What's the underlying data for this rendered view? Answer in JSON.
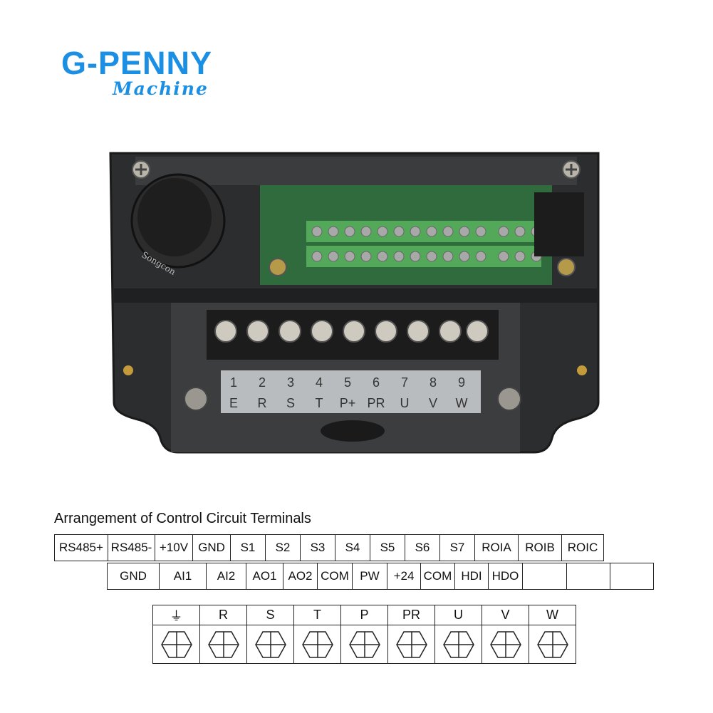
{
  "logo": {
    "brand": "G-PENNY",
    "subtitle": "Machine",
    "color": "#1a8fe3"
  },
  "photo": {
    "board_terminal_numbers": [
      "1",
      "2",
      "3",
      "4",
      "5",
      "6",
      "7",
      "8",
      "9"
    ],
    "board_terminal_letters": [
      "E",
      "R",
      "S",
      "T",
      "P+",
      "PR",
      "U",
      "V",
      "W"
    ],
    "capacitor_label": "Songcon"
  },
  "caption": "Arrangement of Control Circuit Terminals",
  "control_row1": [
    "RS485+",
    "RS485-",
    "+10V",
    "GND",
    "S1",
    "S2",
    "S3",
    "S4",
    "S5",
    "S6",
    "S7",
    "ROIA",
    "ROIB",
    "ROIC"
  ],
  "control_row2": [
    "GND",
    "AI1",
    "AI2",
    "AO1",
    "AO2",
    "COM",
    "PW",
    "+24",
    "COM",
    "HDI",
    "HDO",
    "",
    "",
    ""
  ],
  "power_terminals": [
    {
      "label": "⏚",
      "icon": "ground-icon"
    },
    {
      "label": "R"
    },
    {
      "label": "S"
    },
    {
      "label": "T"
    },
    {
      "label": "P"
    },
    {
      "label": "PR"
    },
    {
      "label": "U"
    },
    {
      "label": "V"
    },
    {
      "label": "W"
    }
  ]
}
